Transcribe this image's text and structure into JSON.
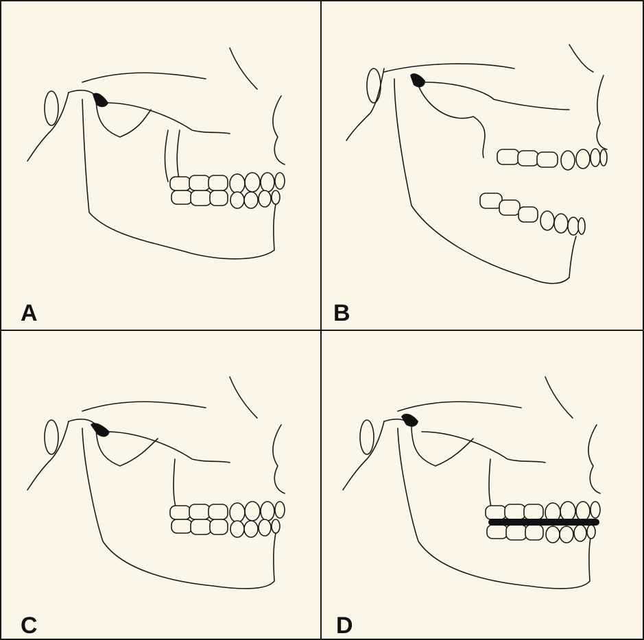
{
  "panels": [
    {
      "label": "A"
    },
    {
      "label": "B"
    },
    {
      "label": "C"
    },
    {
      "label": "D"
    }
  ],
  "colors": {
    "background": "#fbf7e8",
    "ink": "#111111"
  }
}
